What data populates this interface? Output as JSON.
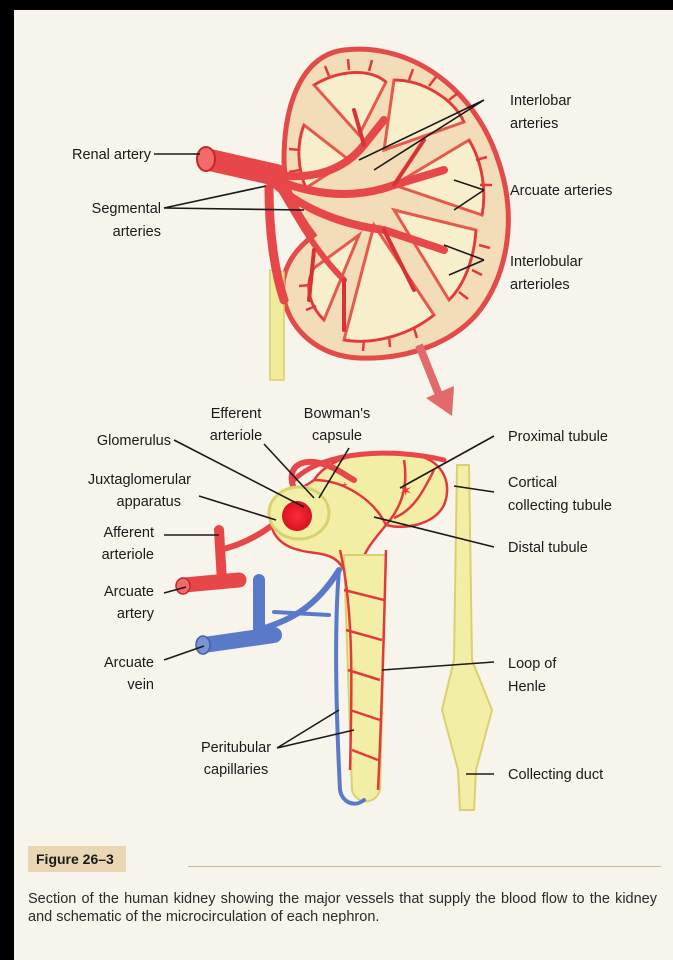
{
  "labels": {
    "renal_artery": "Renal artery",
    "segmental_arteries": [
      "Segmental",
      "arteries"
    ],
    "interlobar_arteries": [
      "Interlobar",
      "arteries"
    ],
    "arcuate_arteries": "Arcuate arteries",
    "interlobular_arterioles": [
      "Interlobular",
      "arterioles"
    ],
    "efferent_arteriole": [
      "Efferent",
      "arteriole"
    ],
    "bowmans_capsule": [
      "Bowman's",
      "capsule"
    ],
    "glomerulus": "Glomerulus",
    "juxtaglomerular_apparatus": [
      "Juxtaglomerular",
      "apparatus"
    ],
    "afferent_arteriole": [
      "Afferent",
      "arteriole"
    ],
    "arcuate_artery": [
      "Arcuate",
      "artery"
    ],
    "arcuate_vein": [
      "Arcuate",
      "vein"
    ],
    "peritubular_capillaries": [
      "Peritubular",
      "capillaries"
    ],
    "proximal_tubule": "Proximal tubule",
    "cortical_collecting_tubule": [
      "Cortical",
      "collecting tubule"
    ],
    "distal_tubule": "Distal tubule",
    "loop_of_henle": [
      "Loop of",
      "Henle"
    ],
    "collecting_duct": "Collecting duct"
  },
  "figure": {
    "tag": "Figure 26–3",
    "caption": "Section of the human kidney showing the major vessels that supply the blood flow to the kidney and schematic of the microcirculation of each nephron."
  },
  "colors": {
    "artery": "#e8474a",
    "artery_dark": "#c0282c",
    "vein": "#5b79c9",
    "tubule": "#f0eca0",
    "tissue": "#f6e6c8",
    "background": "#f7f4ec",
    "caption_tag": "#e8d6b4"
  }
}
